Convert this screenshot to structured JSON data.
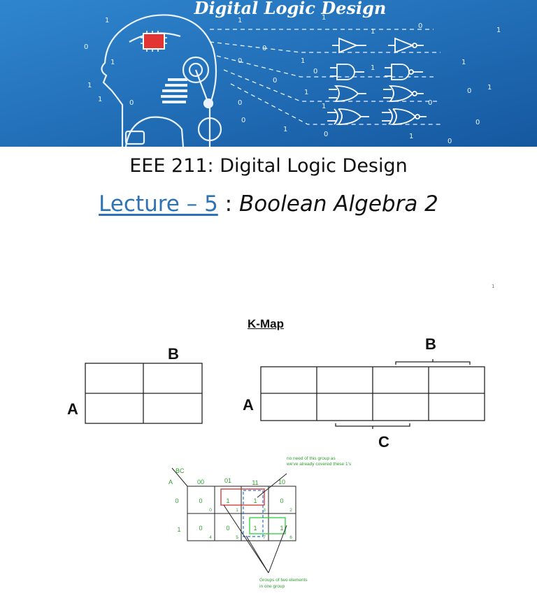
{
  "banner": {
    "title": "Digital Logic Design",
    "bits": [
      "1",
      "0",
      "1",
      "1",
      "0",
      "0",
      "0",
      "1",
      "1",
      "0",
      "0",
      "1",
      "1",
      "0",
      "1",
      "1",
      "0",
      "1",
      "0",
      "1",
      "1",
      "0",
      "0",
      "1",
      "1",
      "0",
      "1",
      "0",
      "1",
      "0"
    ]
  },
  "slide1": {
    "course": "EEE 211: Digital Logic Design",
    "lecture_link": "Lecture – 5",
    "separator": " : ",
    "topic": "Boolean Algebra 2",
    "page_number": "1"
  },
  "slide2": {
    "title": "K-Map",
    "map2": {
      "var_a": "A",
      "var_b": "B",
      "rows": 2,
      "cols": 2
    },
    "map3": {
      "var_a": "A",
      "var_b": "B",
      "var_c": "C",
      "rows": 2,
      "cols": 4
    },
    "example": {
      "corner_top": "BC",
      "corner_left": "A",
      "col_headers": [
        "00",
        "01",
        "11",
        "10"
      ],
      "row_headers": [
        "0",
        "1"
      ],
      "cells": [
        [
          "0",
          "1",
          "1",
          "0"
        ],
        [
          "0",
          "0",
          "1",
          "1"
        ]
      ],
      "indices": [
        [
          "0",
          "1",
          "3",
          "2"
        ],
        [
          "4",
          "5",
          "7",
          "6"
        ]
      ],
      "note_top": [
        "no need of this group as",
        "we've already covered these 1's"
      ],
      "note_bottom": [
        "Groups of two elements",
        "in one group"
      ],
      "colors": {
        "label_green": "#2e9e2e",
        "group_red": "#d32f2f",
        "group_green": "#2ecc40",
        "group_blue": "#1e73e8"
      }
    }
  },
  "colors": {
    "banner_bg": "#1f6fb5",
    "link_blue": "#2e74b5"
  }
}
